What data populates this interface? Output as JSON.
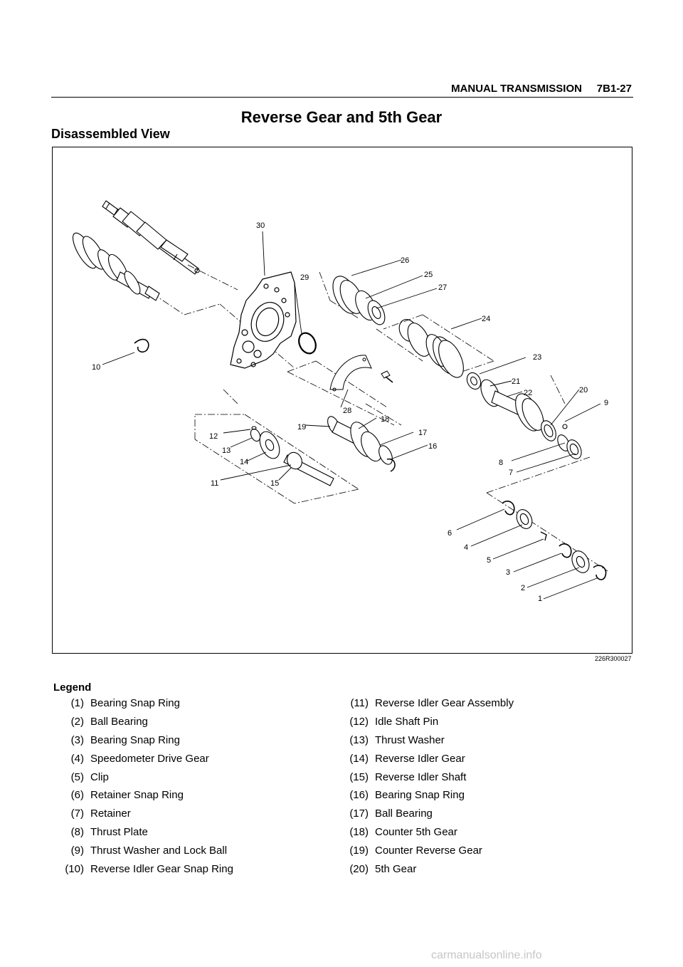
{
  "header": {
    "section": "MANUAL TRANSMISSION",
    "page": "7B1-27"
  },
  "title": "Reverse Gear and 5th Gear",
  "subtitle": "Disassembled View",
  "figure": {
    "code": "226R300027",
    "callouts": [
      "1",
      "2",
      "3",
      "4",
      "5",
      "6",
      "7",
      "8",
      "9",
      "10",
      "11",
      "12",
      "13",
      "14",
      "15",
      "16",
      "17",
      "18",
      "19",
      "20",
      "21",
      "22",
      "23",
      "24",
      "25",
      "26",
      "27",
      "28",
      "29",
      "30"
    ]
  },
  "legend": {
    "title": "Legend",
    "items": [
      {
        "num": "(1)",
        "label": "Bearing Snap Ring"
      },
      {
        "num": "(2)",
        "label": "Ball Bearing"
      },
      {
        "num": "(3)",
        "label": "Bearing Snap Ring"
      },
      {
        "num": "(4)",
        "label": "Speedometer Drive Gear"
      },
      {
        "num": "(5)",
        "label": "Clip"
      },
      {
        "num": "(6)",
        "label": "Retainer Snap Ring"
      },
      {
        "num": "(7)",
        "label": "Retainer"
      },
      {
        "num": "(8)",
        "label": "Thrust Plate"
      },
      {
        "num": "(9)",
        "label": "Thrust Washer and Lock Ball"
      },
      {
        "num": "(10)",
        "label": "Reverse Idler Gear Snap Ring"
      },
      {
        "num": "(11)",
        "label": "Reverse Idler Gear Assembly"
      },
      {
        "num": "(12)",
        "label": "Idle Shaft Pin"
      },
      {
        "num": "(13)",
        "label": "Thrust Washer"
      },
      {
        "num": "(14)",
        "label": "Reverse Idler Gear"
      },
      {
        "num": "(15)",
        "label": "Reverse Idler Shaft"
      },
      {
        "num": "(16)",
        "label": "Bearing Snap Ring"
      },
      {
        "num": "(17)",
        "label": "Ball Bearing"
      },
      {
        "num": "(18)",
        "label": "Counter 5th Gear"
      },
      {
        "num": "(19)",
        "label": "Counter Reverse Gear"
      },
      {
        "num": "(20)",
        "label": "5th Gear"
      }
    ]
  },
  "watermark": "carmanualsonline.info"
}
